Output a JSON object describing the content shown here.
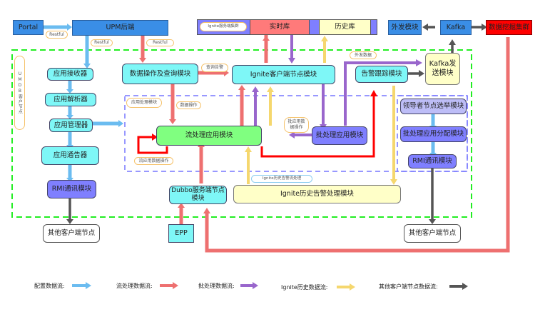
{
  "title": "UPM / Ignite 数据流架构图",
  "nodes": {
    "portal": "Portal",
    "upm_backend": "UPM后端",
    "ignite_cluster_label": "Ignite服务端集群",
    "realtime_db": "实时库",
    "history_db": "历史库",
    "external_module": "外发模块",
    "kafka": "Kafka",
    "data_mining_cluster": "数据挖掘集群",
    "app_receiver": "应用接收器",
    "app_parser": "应用解析器",
    "app_manager": "应用管理器",
    "app_notifier": "应用通告器",
    "rmi_left": "RMI通讯模块",
    "other_client_left": "其他客户端节点",
    "data_query_module": "数据操作及查询模块",
    "ignite_client_module": "Ignite客户端节点模块",
    "alarm_tracking_module": "告警跟踪模块",
    "kafka_sender": "Kafka发送模块",
    "stream_app_module": "流处理应用模块",
    "batch_app_module": "批处理应用模块",
    "leader_election": "领导者节点选举模块",
    "batch_distribution": "批处理应用分配模块",
    "rmi_right": "RMI通讯模块",
    "other_client_right": "其他客户端节点",
    "dubbo_server": "Dubbo服务端节点模块",
    "epp": "EPP",
    "ignite_history_alarm": "Ignite历史告警处理模块",
    "umdb_client_node": "UMDB客户节点"
  },
  "edge_labels": {
    "restful_portal": "Restful",
    "restful_receiver": "Restful",
    "restful_query": "Restful",
    "query_alarm": "查询告警",
    "data_operation": "数据操作",
    "app_processing_module": "应用处理模块",
    "stream_app_data_op": "流应用数据操作",
    "batch_app_data_op": "批应用数据操作",
    "external_data": "外发数据",
    "ignite_history_alarm_stream": "Ignite历史告警流处理"
  },
  "legend": [
    {
      "label": "配置数据流:",
      "color": "#6bbcf0"
    },
    {
      "label": "流处理数据流:",
      "color": "#ee7070"
    },
    {
      "label": "批处理数据流:",
      "color": "#9966cc"
    },
    {
      "label": "Ignite历史数据流:",
      "color": "#f5d76e"
    },
    {
      "label": "其他客户端节点数据流:",
      "color": "#555555"
    }
  ],
  "colors": {
    "config_flow": "#6bbcf0",
    "stream_flow": "#ee7070",
    "batch_flow": "#9966cc",
    "history_flow": "#f5d76e",
    "other_flow": "#555555",
    "umdb_boundary": "#22ee22",
    "app_processing_boundary": "#7777ff"
  }
}
